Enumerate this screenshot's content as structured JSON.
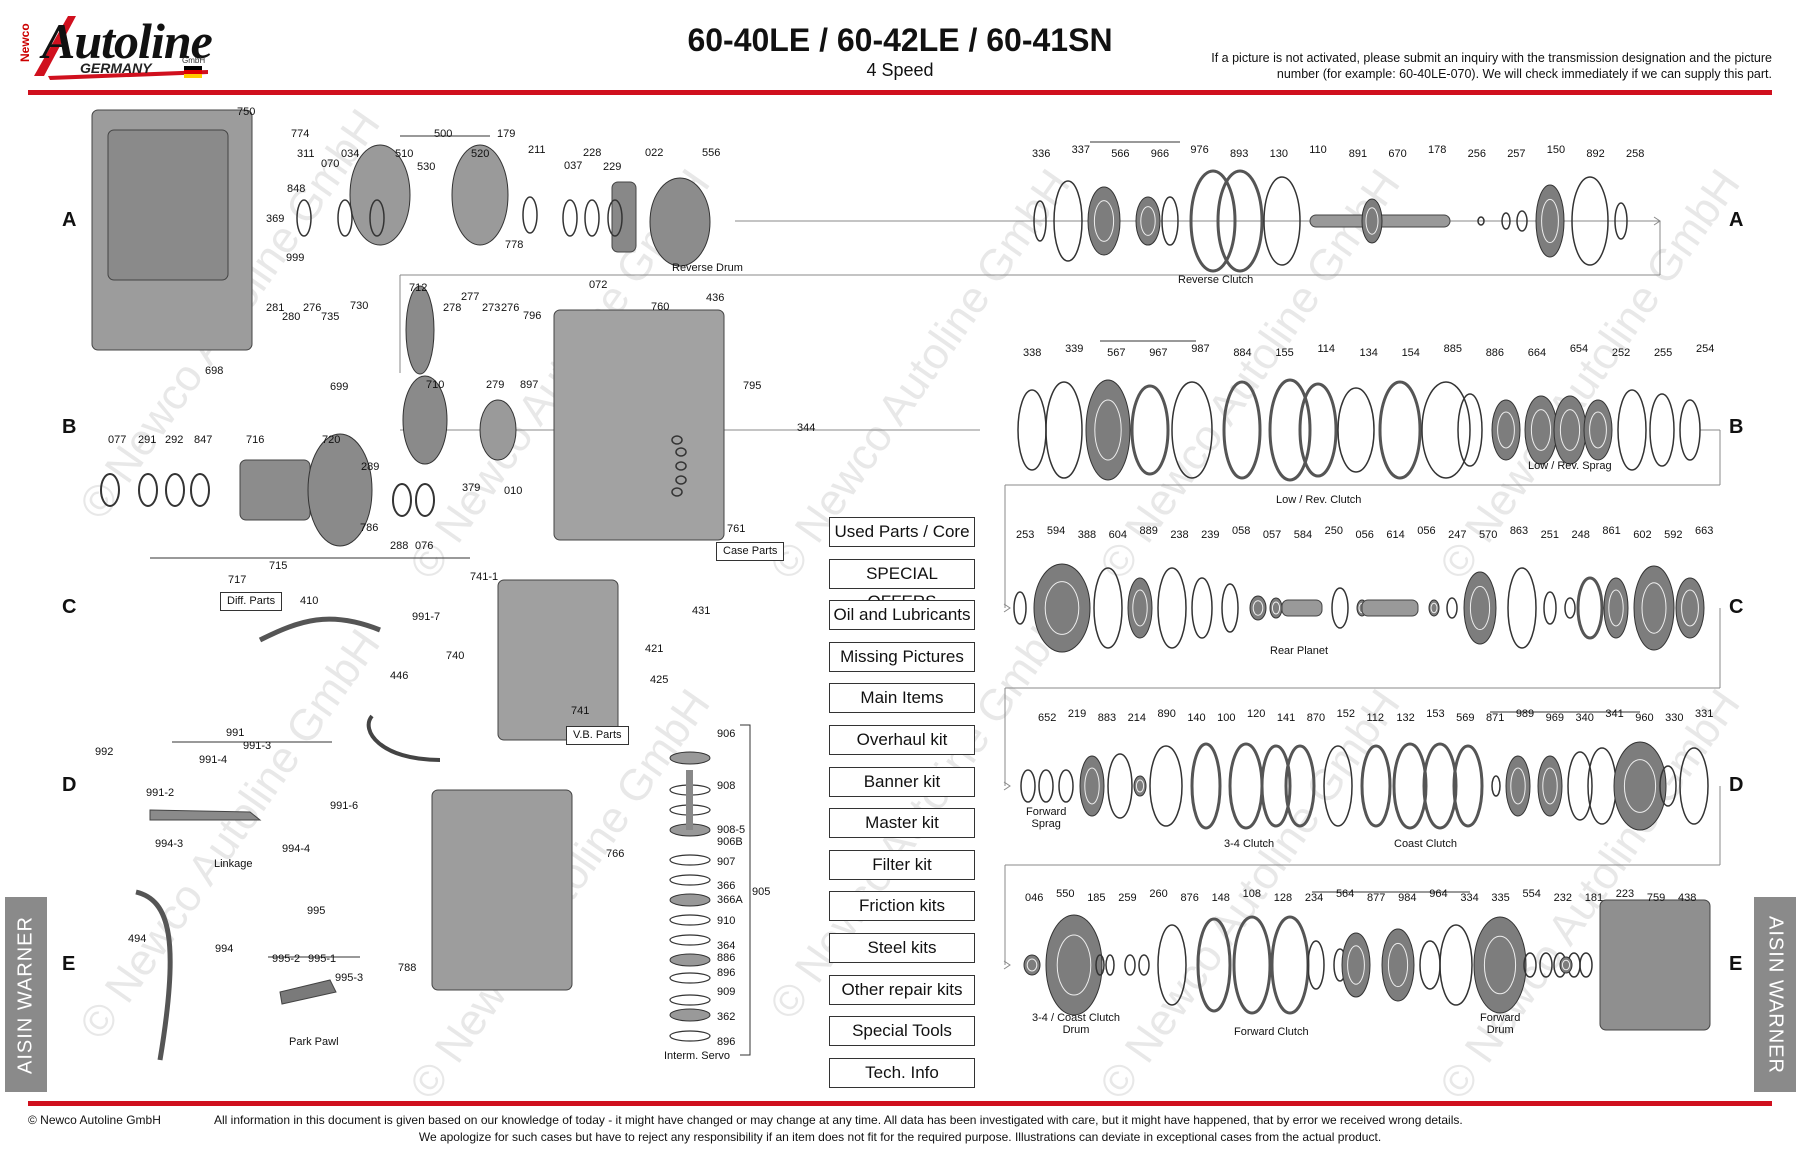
{
  "header": {
    "logo_newco": "Newco",
    "logo_text": "Autoline",
    "logo_germany": "GERMANY",
    "logo_gmbh": "GmbH",
    "title": "60-40LE / 60-42LE / 60-41SN",
    "subtitle": "4 Speed",
    "notice": "If a picture is not activated, please submit an inquiry with the transmission designation and the picture number (for example: 60-40LE-070). We will check immediately if we can supply this part."
  },
  "colors": {
    "accent_red": "#d0101e",
    "tab_gray": "#8a8a8a"
  },
  "row_letters": [
    "A",
    "B",
    "C",
    "D",
    "E"
  ],
  "side_tab_label": "AISIN WARNER",
  "watermark": "© Newco Autoline GmbH",
  "menu": [
    "Used Parts / Core",
    "SPECIAL OFFERS",
    "Oil and Lubricants",
    "Missing Pictures",
    "Main Items",
    "Overhaul kit",
    "Banner kit",
    "Master kit",
    "Filter kit",
    "Friction kits",
    "Steel kits",
    "Other repair kits",
    "Special Tools",
    "Tech. Info"
  ],
  "left_labels": [
    "750",
    "774",
    "848",
    "369",
    "311",
    "070",
    "034",
    "500",
    "510",
    "530",
    "520",
    "179",
    "211",
    "037",
    "228",
    "229",
    "022",
    "556",
    "778",
    "999",
    "072",
    "436",
    "760",
    "712",
    "278",
    "277",
    "273",
    "276",
    "796",
    "281",
    "280",
    "276",
    "735",
    "730",
    "698",
    "699",
    "710",
    "279",
    "897",
    "795",
    "344",
    "077",
    "291",
    "292",
    "847",
    "716",
    "720",
    "289",
    "786",
    "288",
    "076",
    "379",
    "010",
    "715",
    "761",
    "717",
    "410",
    "741-1",
    "991-7",
    "431",
    "740",
    "421",
    "425",
    "741",
    "446",
    "991",
    "992",
    "991-4",
    "991-3",
    "991-2",
    "991-6",
    "994-3",
    "994-4",
    "906",
    "908",
    "908-5",
    "906B",
    "907",
    "366",
    "366A",
    "910",
    "364",
    "886",
    "896",
    "909",
    "362",
    "896",
    "905",
    "766",
    "494",
    "994",
    "995",
    "995-2",
    "995-1",
    "995-3",
    "788"
  ],
  "left_captions": {
    "reverse_drum": "Reverse\nDrum",
    "case_parts": "Case\nParts",
    "diff_parts": "Diff.\nParts",
    "vb_parts": "V.B.\nParts",
    "linkage": "Linkage",
    "park_pawl": "Park Pawl",
    "interm_servo": "Interm. Servo"
  },
  "right_rows": {
    "A": [
      "336",
      "337",
      "566",
      "966",
      "976",
      "893",
      "130",
      "110",
      "891",
      "670",
      "178",
      "256",
      "257",
      "150",
      "892",
      "258"
    ],
    "B": [
      "338",
      "339",
      "567",
      "967",
      "987",
      "884",
      "155",
      "114",
      "134",
      "154",
      "885",
      "886",
      "664",
      "654",
      "252",
      "255",
      "254"
    ],
    "C": [
      "253",
      "594",
      "388",
      "604",
      "889",
      "238",
      "239",
      "058",
      "057",
      "584",
      "250",
      "056",
      "614",
      "056",
      "247",
      "570",
      "863",
      "251",
      "248",
      "861",
      "602",
      "592",
      "663"
    ],
    "D": [
      "652",
      "219",
      "883",
      "214",
      "890",
      "140",
      "100",
      "120",
      "141",
      "870",
      "152",
      "112",
      "132",
      "153",
      "569",
      "871",
      "989",
      "969",
      "340",
      "341",
      "960",
      "330",
      "331"
    ],
    "E": [
      "046",
      "550",
      "185",
      "259",
      "260",
      "876",
      "148",
      "108",
      "128",
      "234",
      "564",
      "877",
      "984",
      "964",
      "334",
      "335",
      "554",
      "232",
      "181",
      "223",
      "759",
      "438"
    ]
  },
  "right_captions": {
    "reverse_clutch": "Reverse Clutch",
    "low_rev_clutch": "Low / Rev. Clutch",
    "low_rev_sprag": "Low / Rev. Sprag",
    "rear_planet": "Rear Planet",
    "forward_sprag": "Forward\nSprag",
    "clutch_34": "3-4 Clutch",
    "coast_clutch": "Coast Clutch",
    "coast_clutch_drum": "3-4 / Coast Clutch\nDrum",
    "forward_clutch": "Forward Clutch",
    "forward_drum": "Forward\nDrum"
  },
  "footer": {
    "copyright": "© Newco Autoline GmbH",
    "disclaimer_1": "All information in this document is given based on our knowledge of today - it might have changed or may change at any time. All data has been investigated with care, but it might have happened, that by error we received wrong details.",
    "disclaimer_2": "We apologize for such cases but have to reject any responsibility if an item does not fit for the required purpose. Illustrations can deviate in exceptional cases from the actual product."
  }
}
